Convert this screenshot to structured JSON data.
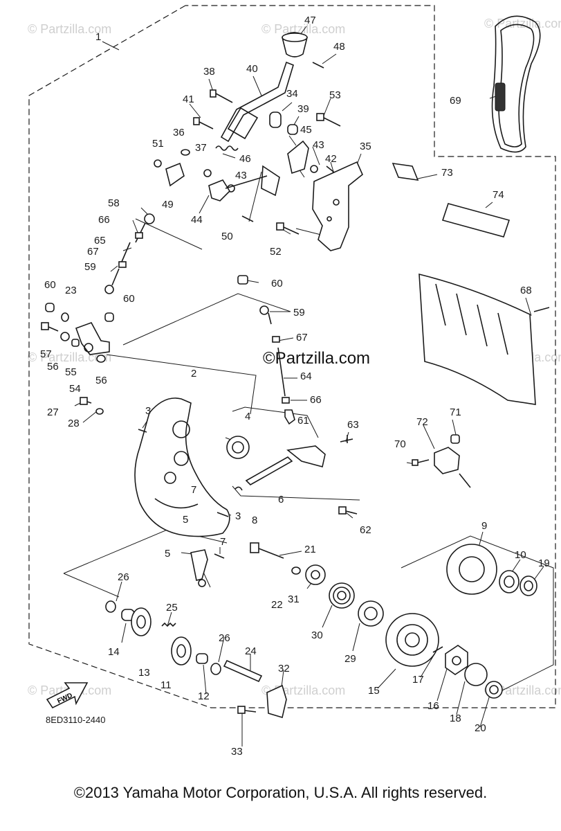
{
  "diagram_code": "8ED3110-2440",
  "copyright": "©2013 Yamaha Motor Corporation, U.S.A. All rights reserved.",
  "center_mark": "©Partzilla.com",
  "watermark": "© Partzilla.com",
  "fwd_label": "FWD",
  "callouts": [
    {
      "num": "1"
    },
    {
      "num": "2"
    },
    {
      "num": "3"
    },
    {
      "num": "3"
    },
    {
      "num": "4"
    },
    {
      "num": "5"
    },
    {
      "num": "5"
    },
    {
      "num": "6"
    },
    {
      "num": "7"
    },
    {
      "num": "7"
    },
    {
      "num": "8"
    },
    {
      "num": "9"
    },
    {
      "num": "10"
    },
    {
      "num": "11"
    },
    {
      "num": "12"
    },
    {
      "num": "13"
    },
    {
      "num": "14"
    },
    {
      "num": "15"
    },
    {
      "num": "16"
    },
    {
      "num": "17"
    },
    {
      "num": "18"
    },
    {
      "num": "19"
    },
    {
      "num": "20"
    },
    {
      "num": "21"
    },
    {
      "num": "22"
    },
    {
      "num": "23"
    },
    {
      "num": "24"
    },
    {
      "num": "25"
    },
    {
      "num": "26"
    },
    {
      "num": "26"
    },
    {
      "num": "27"
    },
    {
      "num": "28"
    },
    {
      "num": "29"
    },
    {
      "num": "30"
    },
    {
      "num": "31"
    },
    {
      "num": "32"
    },
    {
      "num": "33"
    },
    {
      "num": "34"
    },
    {
      "num": "35"
    },
    {
      "num": "36"
    },
    {
      "num": "37"
    },
    {
      "num": "38"
    },
    {
      "num": "39"
    },
    {
      "num": "40"
    },
    {
      "num": "41"
    },
    {
      "num": "42"
    },
    {
      "num": "43"
    },
    {
      "num": "43"
    },
    {
      "num": "44"
    },
    {
      "num": "45"
    },
    {
      "num": "46"
    },
    {
      "num": "47"
    },
    {
      "num": "48"
    },
    {
      "num": "49"
    },
    {
      "num": "50"
    },
    {
      "num": "51"
    },
    {
      "num": "52"
    },
    {
      "num": "53"
    },
    {
      "num": "54"
    },
    {
      "num": "55"
    },
    {
      "num": "56"
    },
    {
      "num": "56"
    },
    {
      "num": "57"
    },
    {
      "num": "58"
    },
    {
      "num": "59"
    },
    {
      "num": "59"
    },
    {
      "num": "60"
    },
    {
      "num": "60"
    },
    {
      "num": "60"
    },
    {
      "num": "61"
    },
    {
      "num": "62"
    },
    {
      "num": "63"
    },
    {
      "num": "64"
    },
    {
      "num": "65"
    },
    {
      "num": "66"
    },
    {
      "num": "66"
    },
    {
      "num": "67"
    },
    {
      "num": "67"
    },
    {
      "num": "68"
    },
    {
      "num": "69"
    },
    {
      "num": "70"
    },
    {
      "num": "71"
    },
    {
      "num": "72"
    },
    {
      "num": "73"
    },
    {
      "num": "74"
    }
  ]
}
